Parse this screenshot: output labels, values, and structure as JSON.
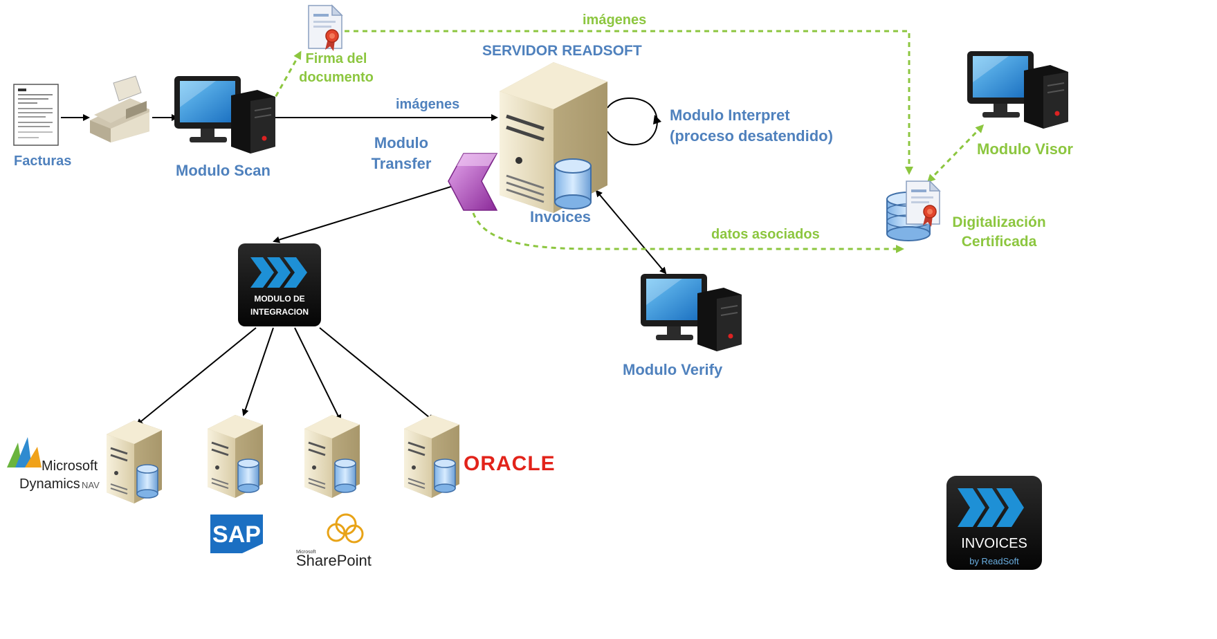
{
  "colors": {
    "blue_text": "#4f81bd",
    "green_text": "#8cc63f",
    "dashed_arrow": "#8cc63f",
    "solid_arrow": "#000000",
    "transfer_chevron": "#b44fbf",
    "dark_tile": "#111111",
    "tile_arrows": "#1e90d6"
  },
  "labels": {
    "facturas": "Facturas",
    "modulo_scan": "Modulo Scan",
    "firma_line1": "Firma del",
    "firma_line2": "documento",
    "imagenes_top": "imágenes",
    "servidor": "SERVIDOR READSOFT",
    "imagenes_mid": "imágenes",
    "interpret_line1": "Modulo Interpret",
    "interpret_line2": "(proceso desatendido)",
    "transfer_line1": "Modulo",
    "transfer_line2": "Transfer",
    "invoices": "Invoices",
    "datos_asociados": "datos asociados",
    "modulo_visor": "Modulo Visor",
    "digital_line1": "Digitalización",
    "digital_line2": "Certificada",
    "modulo_verify": "Modulo Verify",
    "integracion_line1": "MODULO DE",
    "integracion_line2": "INTEGRACION"
  },
  "logos": {
    "microsoft": "Microsoft",
    "dynamics": "Dynamics",
    "nav": "NAV",
    "sap": "SAP",
    "sp_small": "Microsoft",
    "sharepoint": "SharePoint",
    "oracle": "ORACLE",
    "invoices_title": "INVOICES",
    "invoices_by": "by ReadSoft"
  },
  "icons": {
    "document": "document-icon",
    "scanner": "scanner-icon",
    "computer": "computer-icon",
    "server": "server-icon",
    "database": "database-icon",
    "certificate": "certificate-icon",
    "chevron": "chevron-icon"
  }
}
